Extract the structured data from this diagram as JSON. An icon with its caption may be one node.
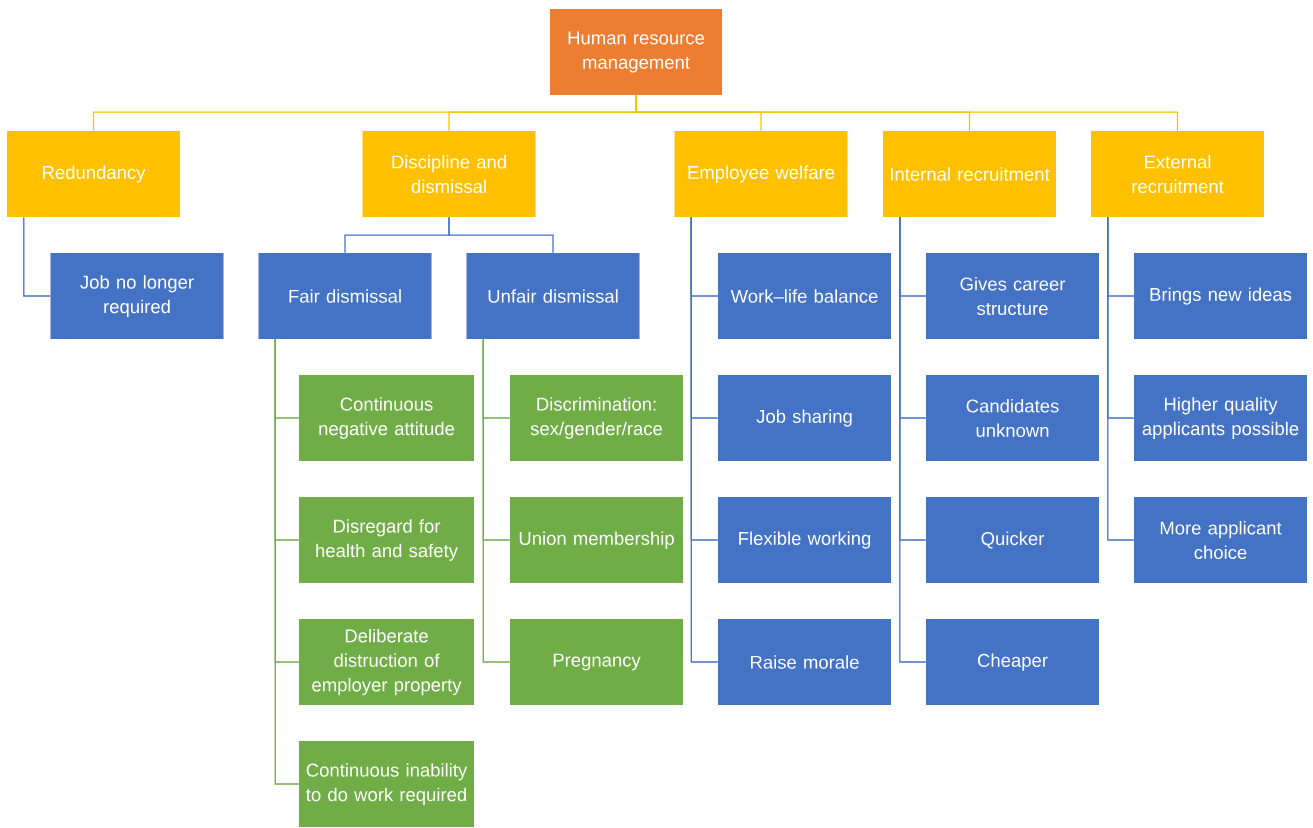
{
  "diagram": {
    "nodes": [
      {
        "text": [
          "Human resource management"
        ]
      },
      {
        "text": [
          "Redundancy"
        ]
      },
      {
        "text": [
          "Discipline and dismissal"
        ]
      },
      {
        "text": [
          "Employee welfare"
        ]
      },
      {
        "text": [
          "Internal recruitment"
        ]
      },
      {
        "text": [
          "External recruitment"
        ]
      },
      {
        "text": [
          "Job no longer required"
        ]
      },
      {
        "text": [
          "Fair dismissal"
        ]
      },
      {
        "text": [
          "Unfair dismissal"
        ]
      },
      {
        "text": [
          "Work–life balance"
        ]
      },
      {
        "text": [
          "Gives career structure"
        ]
      },
      {
        "text": [
          "Brings new ideas"
        ]
      },
      {
        "text": [
          "Continuous negative attitude"
        ]
      },
      {
        "text": [
          "Discrimination: sex/gender/race"
        ]
      },
      {
        "text": [
          "Job sharing"
        ]
      },
      {
        "text": [
          "Candidates unknown"
        ]
      },
      {
        "text": [
          "Higher quality applicants possible"
        ]
      },
      {
        "text": [
          "Disregard for health and safety"
        ]
      },
      {
        "text": [
          "Union membership"
        ]
      },
      {
        "text": [
          "Flexible working"
        ]
      },
      {
        "text": [
          "Quicker"
        ]
      },
      {
        "text": [
          "More applicant choice"
        ]
      },
      {
        "text": [
          "Deliberate distruction of employer property"
        ]
      },
      {
        "text": [
          "Pregnancy"
        ]
      },
      {
        "text": [
          "Raise morale"
        ]
      },
      {
        "text": [
          "Cheaper"
        ]
      },
      {
        "text": [
          "Continuous inability to do work required"
        ]
      }
    ],
    "edges": [
      {
        "from": 0,
        "to": 1,
        "arrow": "none",
        "color": "#ffc000"
      },
      {
        "from": 0,
        "to": 2,
        "arrow": "none",
        "color": "#ffc000"
      },
      {
        "from": 0,
        "to": 3,
        "arrow": "none",
        "color": "#ffc000"
      },
      {
        "from": 0,
        "to": 4,
        "arrow": "none",
        "color": "#ffc000"
      },
      {
        "from": 0,
        "to": 5,
        "arrow": "none",
        "color": "#ffc000"
      },
      {
        "from": 1,
        "to": 6,
        "arrow": "none"
      },
      {
        "from": 2,
        "to": 7,
        "arrow": "none"
      },
      {
        "from": 2,
        "to": 8,
        "arrow": "none"
      },
      {
        "from": 3,
        "to": 9,
        "arrow": "none"
      },
      {
        "from": 3,
        "to": 14,
        "arrow": "none"
      },
      {
        "from": 3,
        "to": 19,
        "arrow": "none"
      },
      {
        "from": 3,
        "to": 24,
        "arrow": "none"
      },
      {
        "from": 4,
        "to": 10,
        "arrow": "none"
      },
      {
        "from": 4,
        "to": 15,
        "arrow": "none"
      },
      {
        "from": 4,
        "to": 20,
        "arrow": "none"
      },
      {
        "from": 4,
        "to": 25,
        "arrow": "none"
      },
      {
        "from": 5,
        "to": 11,
        "arrow": "none"
      },
      {
        "from": 5,
        "to": 16,
        "arrow": "none"
      },
      {
        "from": 5,
        "to": 21,
        "arrow": "none"
      },
      {
        "from": 7,
        "to": 12,
        "arrow": "none",
        "color": "#70ad47"
      },
      {
        "from": 7,
        "to": 17,
        "arrow": "none",
        "color": "#70ad47"
      },
      {
        "from": 7,
        "to": 22,
        "arrow": "none",
        "color": "#70ad47"
      },
      {
        "from": 7,
        "to": 26,
        "arrow": "none",
        "color": "#70ad47"
      },
      {
        "from": 8,
        "to": 13,
        "arrow": "none",
        "color": "#70ad47"
      },
      {
        "from": 8,
        "to": 18,
        "arrow": "none",
        "color": "#70ad47"
      },
      {
        "from": 8,
        "to": 23,
        "arrow": "none",
        "color": "#70ad47"
      }
    ]
  }
}
